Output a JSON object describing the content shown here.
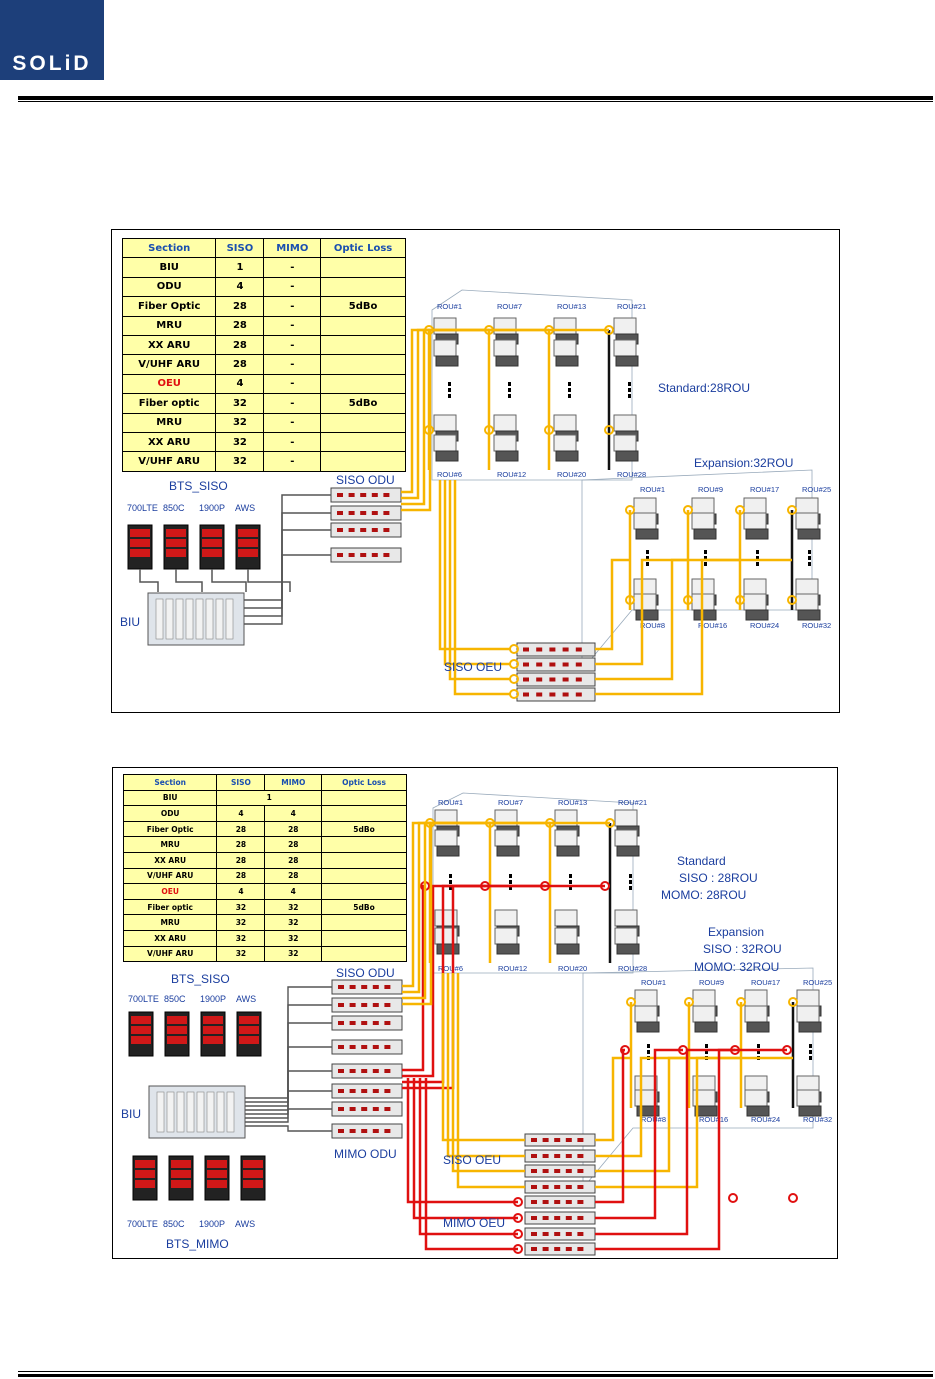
{
  "brand": {
    "logo_text": "SOLiD"
  },
  "diagram1": {
    "table": {
      "headers": [
        "Section",
        "SISO",
        "MIMO",
        "Optic Loss"
      ],
      "rows": [
        [
          "BIU",
          "1",
          "-",
          ""
        ],
        [
          "ODU",
          "4",
          "-",
          ""
        ],
        [
          "Fiber Optic",
          "28",
          "-",
          "5dBo"
        ],
        [
          "MRU",
          "28",
          "-",
          ""
        ],
        [
          "XX ARU",
          "28",
          "-",
          ""
        ],
        [
          "V/UHF ARU",
          "28",
          "-",
          ""
        ],
        [
          "OEU",
          "4",
          "-",
          ""
        ],
        [
          "Fiber optic",
          "32",
          "-",
          "5dBo"
        ],
        [
          "MRU",
          "32",
          "-",
          ""
        ],
        [
          "XX ARU",
          "32",
          "-",
          ""
        ],
        [
          "V/UHF ARU",
          "32",
          "-",
          ""
        ]
      ]
    },
    "labels": {
      "bts": "BTS_SISO",
      "siso_odu": "SISO ODU",
      "biu": "BIU",
      "siso_oeu": "SISO OEU",
      "standard": "Standard:28ROU",
      "expansion": "Expansion:32ROU"
    },
    "bts_bands": [
      "700LTE",
      "850C",
      "1900P",
      "AWS"
    ],
    "rou_top": [
      "ROU#1",
      "ROU#7",
      "ROU#13",
      "ROU#21"
    ],
    "rou_top_bottom": [
      "ROU#6",
      "ROU#12",
      "ROU#20",
      "ROU#28"
    ],
    "rou_exp": [
      "ROU#1",
      "ROU#9",
      "ROU#17",
      "ROU#25"
    ],
    "rou_exp_bottom": [
      "ROU#8",
      "ROU#16",
      "ROU#24",
      "ROU#32"
    ]
  },
  "diagram2": {
    "table": {
      "headers": [
        "Section",
        "SISO",
        "MIMO",
        "Optic Loss"
      ],
      "rows": [
        [
          "BIU",
          "1",
          "",
          ""
        ],
        [
          "ODU",
          "4",
          "4",
          ""
        ],
        [
          "Fiber Optic",
          "28",
          "28",
          "5dBo"
        ],
        [
          "MRU",
          "28",
          "28",
          ""
        ],
        [
          "XX ARU",
          "28",
          "28",
          ""
        ],
        [
          "V/UHF ARU",
          "28",
          "28",
          ""
        ],
        [
          "OEU",
          "4",
          "4",
          ""
        ],
        [
          "Fiber optic",
          "32",
          "32",
          "5dBo"
        ],
        [
          "MRU",
          "32",
          "32",
          ""
        ],
        [
          "XX ARU",
          "32",
          "32",
          ""
        ],
        [
          "V/UHF ARU",
          "32",
          "32",
          ""
        ]
      ]
    },
    "labels": {
      "bts_siso": "BTS_SISO",
      "bts_mimo": "BTS_MIMO",
      "siso_odu": "SISO ODU",
      "mimo_odu": "MIMO ODU",
      "biu": "BIU",
      "siso_oeu": "SISO OEU",
      "mimo_oeu": "MIMO OEU",
      "standard_title": "Standard",
      "standard_siso": "SISO : 28ROU",
      "standard_mimo": "MOMO:  28ROU",
      "expansion_title": "Expansion",
      "expansion_siso": "SISO : 32ROU",
      "expansion_mimo": "MOMO:  32ROU"
    },
    "bts_bands": [
      "700LTE",
      "850C",
      "1900P",
      "AWS"
    ],
    "rou_top": [
      "ROU#1",
      "ROU#7",
      "ROU#13",
      "ROU#21"
    ],
    "rou_top_bottom": [
      "ROU#6",
      "ROU#12",
      "ROU#20",
      "ROU#28"
    ],
    "rou_exp": [
      "ROU#1",
      "ROU#9",
      "ROU#17",
      "ROU#25"
    ],
    "rou_exp_bottom": [
      "ROU#8",
      "ROU#16",
      "ROU#24",
      "ROU#32"
    ]
  },
  "colors": {
    "siso_fiber": "#f7b500",
    "mimo_fiber": "#e01010",
    "table_bg": "#ffffa8",
    "label_blue": "#1a3d9e",
    "logo_bg": "#1d3f7a"
  }
}
